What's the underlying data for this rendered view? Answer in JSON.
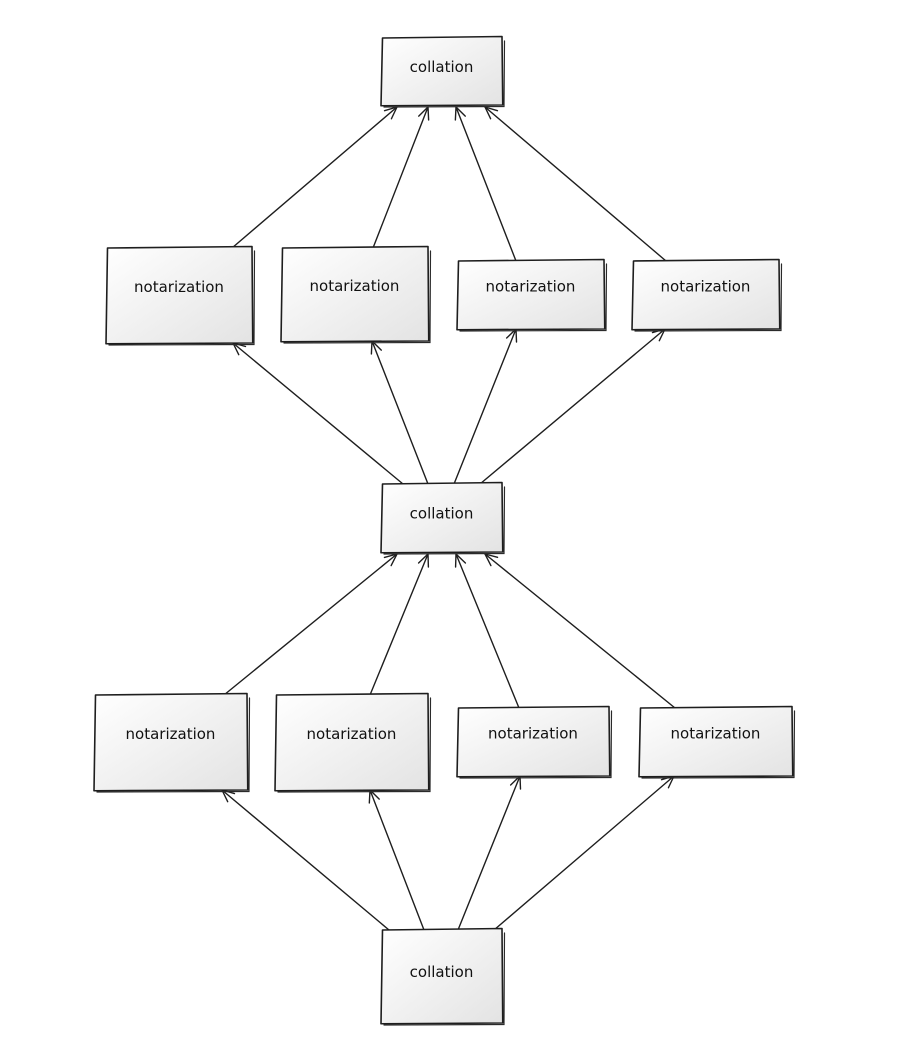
{
  "diagram": {
    "nodes": [
      {
        "id": "collation-top",
        "label": "collation"
      },
      {
        "id": "notarization-1a",
        "label": "notarization"
      },
      {
        "id": "notarization-1b",
        "label": "notarization"
      },
      {
        "id": "notarization-1c",
        "label": "notarization"
      },
      {
        "id": "notarization-1d",
        "label": "notarization"
      },
      {
        "id": "collation-middle",
        "label": "collation"
      },
      {
        "id": "notarization-2a",
        "label": "notarization"
      },
      {
        "id": "notarization-2b",
        "label": "notarization"
      },
      {
        "id": "notarization-2c",
        "label": "notarization"
      },
      {
        "id": "notarization-2d",
        "label": "notarization"
      },
      {
        "id": "collation-bottom",
        "label": "collation"
      }
    ],
    "edges": [
      {
        "from": "notarization-1a",
        "to": "collation-top"
      },
      {
        "from": "notarization-1b",
        "to": "collation-top"
      },
      {
        "from": "notarization-1c",
        "to": "collation-top"
      },
      {
        "from": "notarization-1d",
        "to": "collation-top"
      },
      {
        "from": "collation-middle",
        "to": "notarization-1a"
      },
      {
        "from": "collation-middle",
        "to": "notarization-1b"
      },
      {
        "from": "collation-middle",
        "to": "notarization-1c"
      },
      {
        "from": "collation-middle",
        "to": "notarization-1d"
      },
      {
        "from": "notarization-2a",
        "to": "collation-middle"
      },
      {
        "from": "notarization-2b",
        "to": "collation-middle"
      },
      {
        "from": "notarization-2c",
        "to": "collation-middle"
      },
      {
        "from": "notarization-2d",
        "to": "collation-middle"
      },
      {
        "from": "collation-bottom",
        "to": "notarization-2a"
      },
      {
        "from": "collation-bottom",
        "to": "notarization-2b"
      },
      {
        "from": "collation-bottom",
        "to": "notarization-2c"
      },
      {
        "from": "collation-bottom",
        "to": "notarization-2d"
      }
    ]
  }
}
